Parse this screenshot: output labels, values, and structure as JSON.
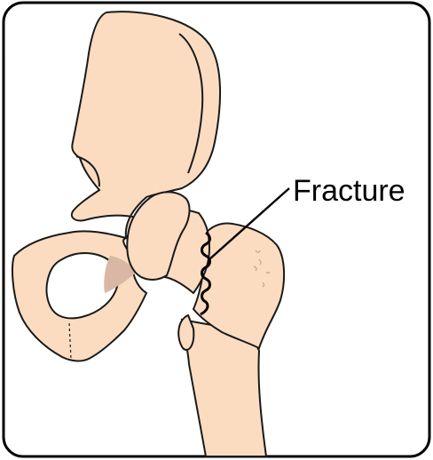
{
  "annotation": {
    "label": "Fracture"
  },
  "colors": {
    "bone": "#fbdcc0",
    "outline": "#1a1a1a",
    "shadow": "#d9b7a4",
    "frame": "#000000",
    "background": "#ffffff"
  },
  "icons": [
    "hip-bone",
    "femur",
    "fracture-line"
  ]
}
